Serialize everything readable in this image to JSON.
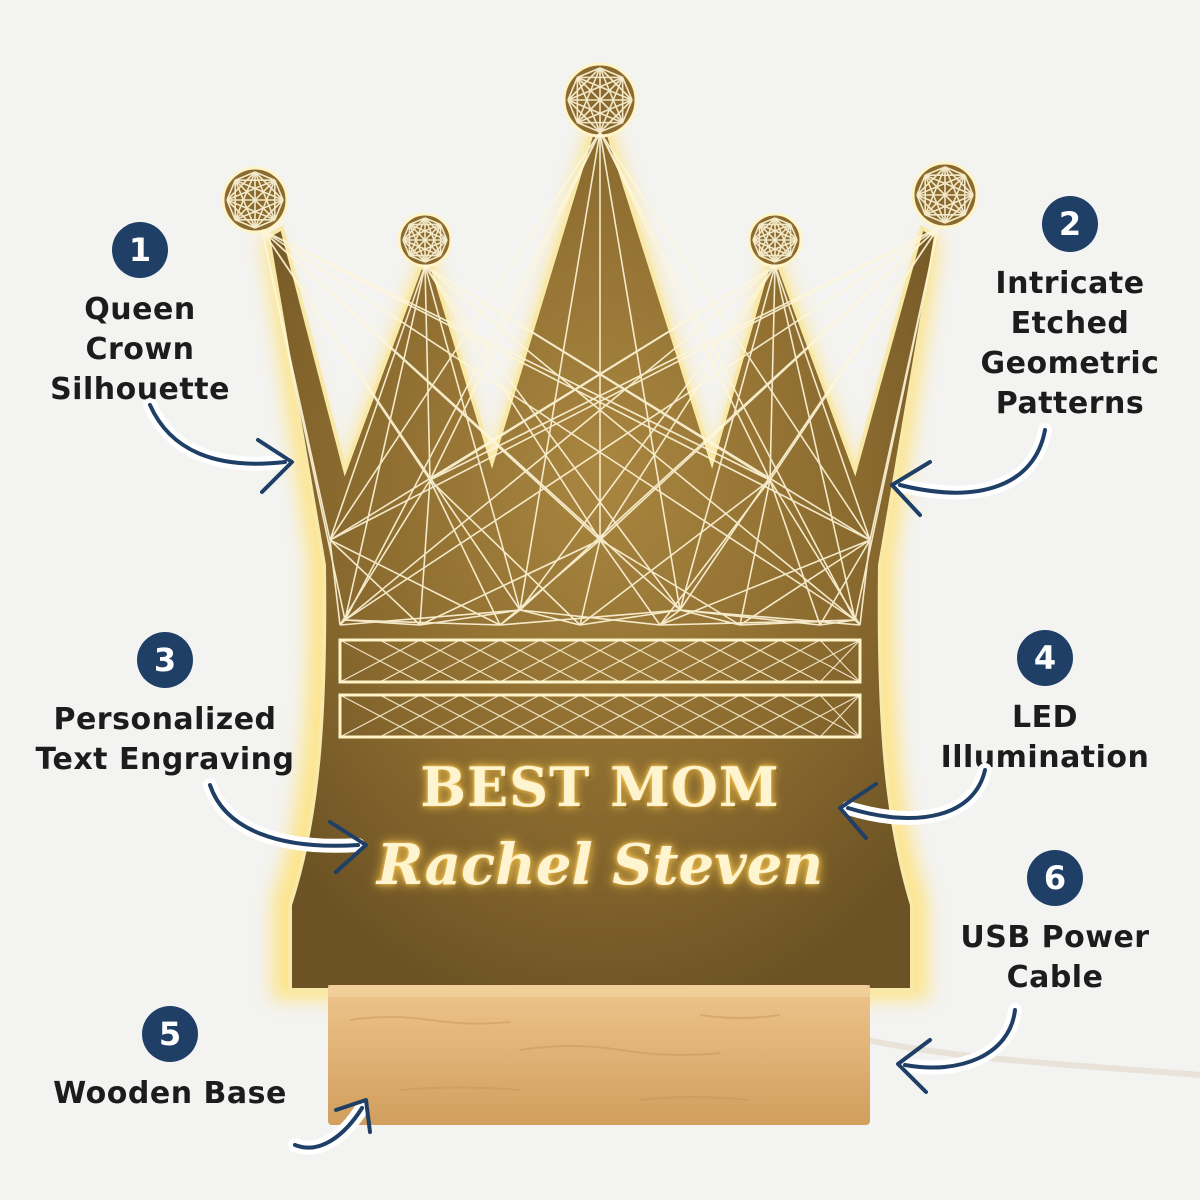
{
  "product": {
    "engraving_title": "BEST MOM",
    "engraving_name": "Rachel Steven",
    "glow_color": "#ffe27a",
    "acrylic_color": "#8a6a2e",
    "wood_color": "#e0b57a"
  },
  "callouts": [
    {
      "number": "1",
      "label": "Queen\nCrown\nSilhouette"
    },
    {
      "number": "2",
      "label": "Intricate\nEtched\nGeometric\nPatterns"
    },
    {
      "number": "3",
      "label": "Personalized\nText Engraving"
    },
    {
      "number": "4",
      "label": "LED\nIllumination"
    },
    {
      "number": "5",
      "label": "Wooden Base"
    },
    {
      "number": "6",
      "label": "USB Power\nCable"
    }
  ],
  "icons": {
    "badge_color": "#1f3f66",
    "arrow_style": "curved-hand-drawn-arrow-icon"
  }
}
